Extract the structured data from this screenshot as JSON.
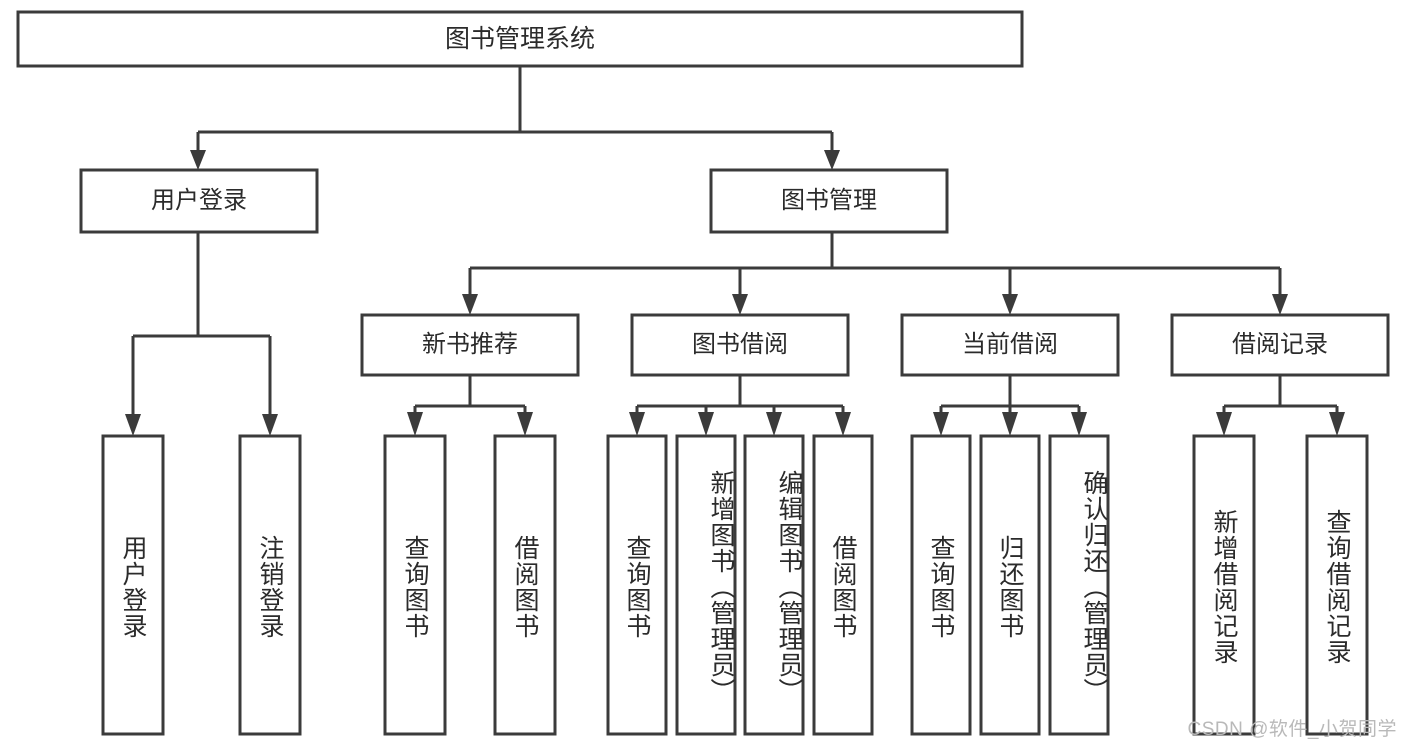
{
  "diagram": {
    "title": "图书管理系统",
    "type": "tree",
    "watermark": "CSDN @软件_小贺同学",
    "colors": {
      "stroke": "#3b3b3b",
      "fill": "#ffffff",
      "text": "#2b2b2b",
      "watermark": "#b9b9b9",
      "background": "#ffffff"
    },
    "nodes": {
      "root": {
        "label": "图书管理系统",
        "orientation": "horizontal",
        "level": 1
      },
      "user_login": {
        "label": "用户登录",
        "orientation": "horizontal",
        "level": 2
      },
      "book_manage": {
        "label": "图书管理",
        "orientation": "horizontal",
        "level": 2
      },
      "new_book_rec": {
        "label": "新书推荐",
        "orientation": "horizontal",
        "level": 3
      },
      "book_borrow": {
        "label": "图书借阅",
        "orientation": "horizontal",
        "level": 3
      },
      "current_borrow": {
        "label": "当前借阅",
        "orientation": "horizontal",
        "level": 3
      },
      "borrow_record": {
        "label": "借阅记录",
        "orientation": "horizontal",
        "level": 3
      },
      "leaf_user_login": {
        "label": "用户登录",
        "orientation": "vertical",
        "level": 4
      },
      "leaf_logout": {
        "label": "注销登录",
        "orientation": "vertical",
        "level": 4
      },
      "leaf_query_book_1": {
        "label": "查询图书",
        "orientation": "vertical",
        "level": 4
      },
      "leaf_borrow_book_1": {
        "label": "借阅图书",
        "orientation": "vertical",
        "level": 4
      },
      "leaf_query_book_2": {
        "label": "查询图书",
        "orientation": "vertical",
        "level": 4
      },
      "leaf_add_book": {
        "label": "新增图书（管理员）",
        "orientation": "vertical",
        "level": 4
      },
      "leaf_edit_book": {
        "label": "编辑图书（管理员）",
        "orientation": "vertical",
        "level": 4
      },
      "leaf_borrow_book_2": {
        "label": "借阅图书",
        "orientation": "vertical",
        "level": 4
      },
      "leaf_query_book_3": {
        "label": "查询图书",
        "orientation": "vertical",
        "level": 4
      },
      "leaf_return_book": {
        "label": "归还图书",
        "orientation": "vertical",
        "level": 4
      },
      "leaf_confirm_return": {
        "label": "确认归还（管理员）",
        "orientation": "vertical",
        "level": 4
      },
      "leaf_add_record": {
        "label": "新增借阅记录",
        "orientation": "vertical",
        "level": 4
      },
      "leaf_query_record": {
        "label": "查询借阅记录",
        "orientation": "vertical",
        "level": 4
      }
    },
    "edges": [
      {
        "from": "root",
        "to": "user_login"
      },
      {
        "from": "root",
        "to": "book_manage"
      },
      {
        "from": "book_manage",
        "to": "new_book_rec"
      },
      {
        "from": "book_manage",
        "to": "book_borrow"
      },
      {
        "from": "book_manage",
        "to": "current_borrow"
      },
      {
        "from": "book_manage",
        "to": "borrow_record"
      },
      {
        "from": "user_login",
        "to": "leaf_user_login"
      },
      {
        "from": "user_login",
        "to": "leaf_logout"
      },
      {
        "from": "new_book_rec",
        "to": "leaf_query_book_1"
      },
      {
        "from": "new_book_rec",
        "to": "leaf_borrow_book_1"
      },
      {
        "from": "book_borrow",
        "to": "leaf_query_book_2"
      },
      {
        "from": "book_borrow",
        "to": "leaf_add_book"
      },
      {
        "from": "book_borrow",
        "to": "leaf_edit_book"
      },
      {
        "from": "book_borrow",
        "to": "leaf_borrow_book_2"
      },
      {
        "from": "current_borrow",
        "to": "leaf_query_book_3"
      },
      {
        "from": "current_borrow",
        "to": "leaf_return_book"
      },
      {
        "from": "current_borrow",
        "to": "leaf_confirm_return"
      },
      {
        "from": "borrow_record",
        "to": "leaf_add_record"
      },
      {
        "from": "borrow_record",
        "to": "leaf_query_record"
      }
    ]
  }
}
